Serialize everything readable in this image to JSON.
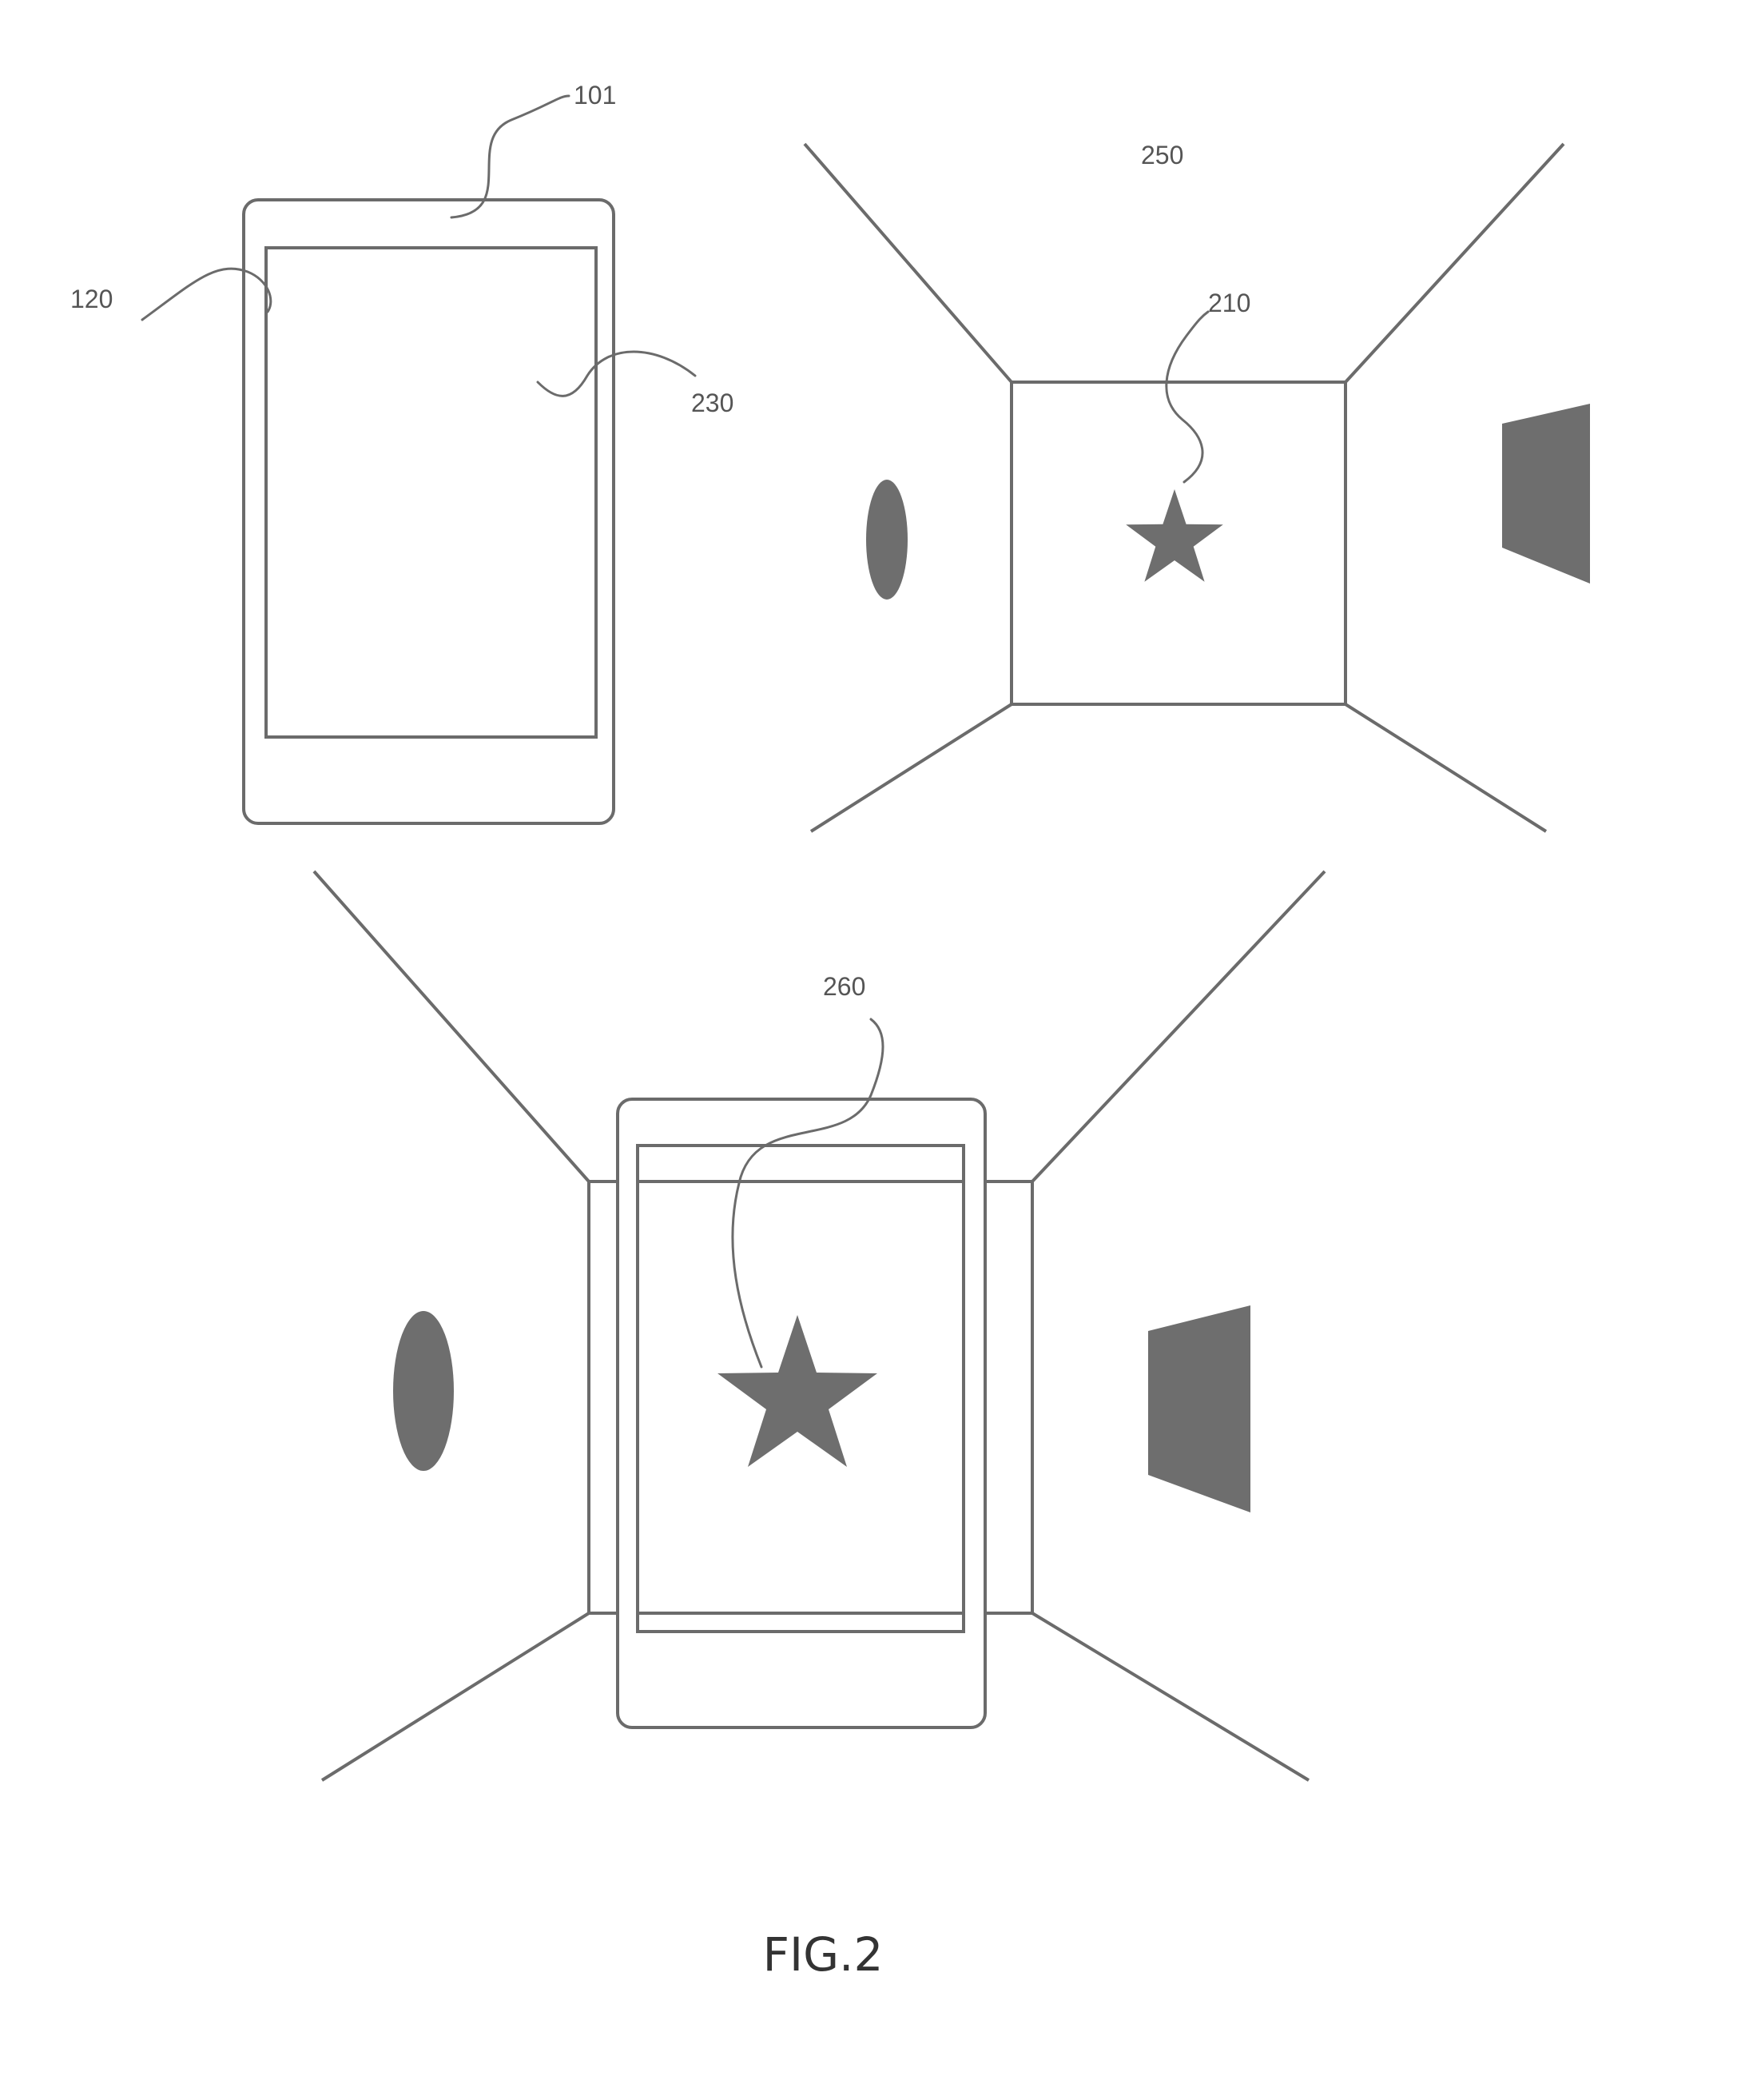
{
  "labels": {
    "device": "101",
    "screen": "120",
    "display_area": "230",
    "environment": "250",
    "virtual_object": "210",
    "overlay_object": "260"
  },
  "caption": "FIG.2",
  "colors": {
    "line": "#6b6b6b",
    "fill": "#6e6e6e",
    "background": "#ffffff"
  },
  "icons": {
    "star": "star-icon",
    "ellipse": "ellipse-shape",
    "trapezoid": "trapezoid-shape"
  }
}
